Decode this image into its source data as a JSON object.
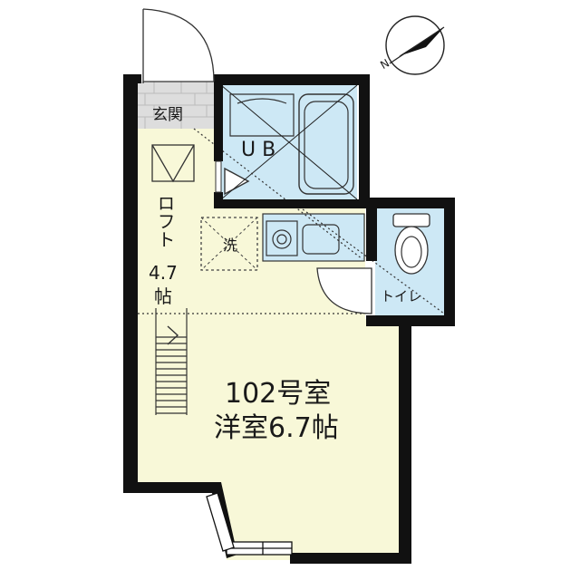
{
  "rooms": {
    "entrance": "玄関",
    "unit_bath": "U B",
    "washer": "洗",
    "toilet": "トイレ",
    "loft_text": "ロフト",
    "loft_size": "4.7",
    "loft_unit": "帖",
    "unit_number": "102号室",
    "main_room": "洋室6.7帖"
  },
  "compass": {
    "north_label": "N"
  },
  "colors": {
    "wall": "#111111",
    "room_fill": "#f8f8d8",
    "wet_area_fill": "#cde8f5",
    "entrance_fill": "#dddddd"
  }
}
